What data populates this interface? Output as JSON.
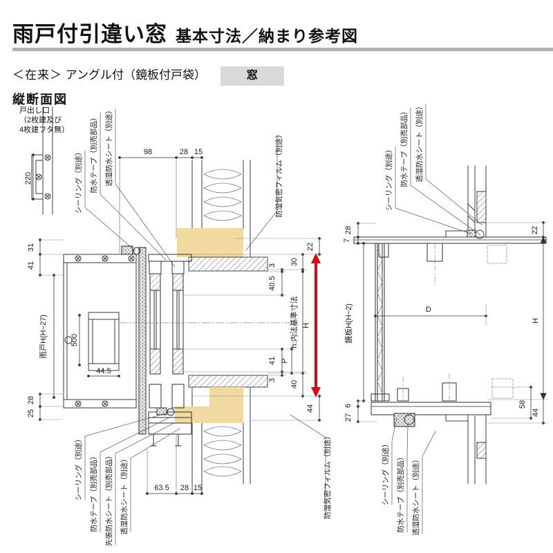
{
  "header": {
    "title_main": "雨戸付引違い窓",
    "title_sub": "基本寸法／納まり参考図"
  },
  "subtitle": {
    "tradition": "＜在来＞",
    "spec": "アングル付（鏡板付戸袋）",
    "window_box": "窓"
  },
  "section": {
    "label": "縦断面図"
  },
  "notes": {
    "door_exit_1": "戸出し口",
    "door_exit_2": "（2枚建及び",
    "door_exit_3": "4枚建フタ無）"
  },
  "colors": {
    "accent_red": "#dd0613",
    "wood": "#f2d9a0",
    "gray_bar": "#b1b1b1",
    "gray_box": "#d9d9d9"
  },
  "dims_left": {
    "d220": "220",
    "d98": "98",
    "d28t": "28",
    "d15t": "15",
    "d31": "31",
    "d41l": "41",
    "amado_h": "雨戸H(H−27)",
    "d28b": "28",
    "d25": "25",
    "d500": "500",
    "d44_5": "44.5",
    "d3t": "3",
    "d40_5": "40.5",
    "d41r": "41",
    "d3b": "3",
    "d30": "30",
    "h_naihou": "h:内法基準寸法",
    "p": "P",
    "d40": "40",
    "d22": "22",
    "d44": "44",
    "h": "H",
    "d63_5": "63.5",
    "d28bb": "28",
    "d15b": "15"
  },
  "ann_left": {
    "seal_top": "シーリング（別途）",
    "tape_top": "防水テープ（別売部品）",
    "sheet_top": "透湿防水シート（別途）",
    "film_top": "防湿気密フィルム（別途）",
    "seal_bot": "シーリング（別途）",
    "tape_bot": "防水テープ（別売部品）",
    "sakibari_bot": "先張防水シート（別売部品）",
    "sheet_bot": "透湿防水シート（別途）",
    "film_bot": "防湿気密フィルム（別途）"
  },
  "dims_right": {
    "d28": "28",
    "d7": "7",
    "kagami_h": "鏡板H(H−2)",
    "d6": "6",
    "d27": "27",
    "d_depth": "D",
    "d22": "22",
    "h": "H",
    "d58": "58",
    "d44": "44"
  },
  "ann_right": {
    "seal_top": "シーリング（別途）",
    "tape_top": "防水テープ（別売部品）",
    "sheet_top": "透湿防水シート（別途）",
    "seal_bot": "シーリング（別途）",
    "tape_bot": "防水テープ（別売部品）",
    "sheet_bot": "透湿防水シート（別途）"
  }
}
